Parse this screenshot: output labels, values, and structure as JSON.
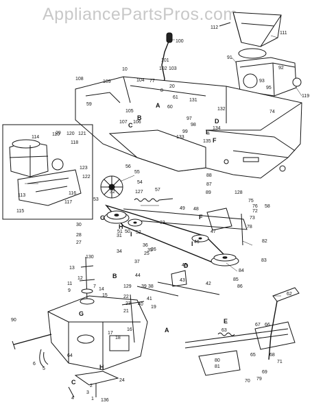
{
  "watermark": "AppliancePartsPros.com",
  "callouts": [
    {
      "id": "c1",
      "text": "112"
    },
    {
      "id": "c2",
      "text": "111"
    },
    {
      "id": "c3",
      "text": "100"
    },
    {
      "id": "c4",
      "text": "91"
    },
    {
      "id": "c5",
      "text": "101"
    },
    {
      "id": "c6",
      "text": "102"
    },
    {
      "id": "c7",
      "text": "103"
    },
    {
      "id": "c8",
      "text": "92"
    },
    {
      "id": "c9",
      "text": "119"
    },
    {
      "id": "c10",
      "text": "108"
    },
    {
      "id": "c11",
      "text": "109"
    },
    {
      "id": "c12",
      "text": "10"
    },
    {
      "id": "c13",
      "text": "104"
    },
    {
      "id": "c14",
      "text": "77"
    },
    {
      "id": "c15",
      "text": "8"
    },
    {
      "id": "c16",
      "text": "74"
    },
    {
      "id": "c17",
      "text": "59"
    },
    {
      "id": "c18",
      "text": "60"
    },
    {
      "id": "c19",
      "text": "131"
    },
    {
      "id": "c20",
      "text": "132"
    },
    {
      "id": "c21",
      "text": "20"
    },
    {
      "id": "c22",
      "text": "107"
    },
    {
      "id": "c23",
      "text": "106"
    },
    {
      "id": "c24",
      "text": "105"
    },
    {
      "id": "c25",
      "text": "133"
    },
    {
      "id": "c26",
      "text": "134"
    },
    {
      "id": "c27",
      "text": "135"
    },
    {
      "id": "c28",
      "text": "56"
    },
    {
      "id": "c29",
      "text": "55"
    },
    {
      "id": "c30",
      "text": "54"
    },
    {
      "id": "c31",
      "text": "53"
    },
    {
      "id": "c32",
      "text": "57"
    },
    {
      "id": "c33",
      "text": "127"
    },
    {
      "id": "c34",
      "text": "49"
    },
    {
      "id": "c35",
      "text": "52"
    },
    {
      "id": "c36",
      "text": "51"
    },
    {
      "id": "c37",
      "text": "50"
    },
    {
      "id": "c38",
      "text": "48"
    },
    {
      "id": "c39",
      "text": "47"
    },
    {
      "id": "c40",
      "text": "46"
    },
    {
      "id": "c41",
      "text": "30"
    },
    {
      "id": "c42",
      "text": "28"
    },
    {
      "id": "c43",
      "text": "27"
    },
    {
      "id": "c44",
      "text": "31"
    },
    {
      "id": "c45",
      "text": "34"
    },
    {
      "id": "c46",
      "text": "37"
    },
    {
      "id": "c47",
      "text": "36"
    },
    {
      "id": "c48",
      "text": "35"
    },
    {
      "id": "c49",
      "text": "25"
    },
    {
      "id": "c50",
      "text": "26"
    },
    {
      "id": "c51",
      "text": "44"
    },
    {
      "id": "c52",
      "text": "45"
    },
    {
      "id": "c53",
      "text": "43"
    },
    {
      "id": "c54",
      "text": "42"
    },
    {
      "id": "c55",
      "text": "41"
    },
    {
      "id": "c56",
      "text": "39"
    },
    {
      "id": "c57",
      "text": "38"
    },
    {
      "id": "c58",
      "text": "82"
    },
    {
      "id": "c59",
      "text": "83"
    },
    {
      "id": "c60",
      "text": "84"
    },
    {
      "id": "c61",
      "text": "85"
    },
    {
      "id": "c62",
      "text": "86"
    },
    {
      "id": "c63",
      "text": "62"
    },
    {
      "id": "c64",
      "text": "63"
    },
    {
      "id": "c65",
      "text": "65"
    },
    {
      "id": "c66",
      "text": "67"
    },
    {
      "id": "c67",
      "text": "66"
    },
    {
      "id": "c68",
      "text": "68"
    },
    {
      "id": "c69",
      "text": "69"
    },
    {
      "id": "c70",
      "text": "70"
    },
    {
      "id": "c71",
      "text": "71"
    },
    {
      "id": "c72",
      "text": "80"
    },
    {
      "id": "c73",
      "text": "81"
    },
    {
      "id": "c74",
      "text": "79"
    },
    {
      "id": "c75",
      "text": "90"
    },
    {
      "id": "c76",
      "text": "64"
    },
    {
      "id": "c77",
      "text": "6"
    },
    {
      "id": "c78",
      "text": "5"
    },
    {
      "id": "c79",
      "text": "4"
    },
    {
      "id": "c80",
      "text": "3"
    },
    {
      "id": "c81",
      "text": "2"
    },
    {
      "id": "c82",
      "text": "1"
    },
    {
      "id": "c83",
      "text": "136"
    },
    {
      "id": "c84",
      "text": "24"
    },
    {
      "id": "c85",
      "text": "22"
    },
    {
      "id": "c86",
      "text": "23"
    },
    {
      "id": "c87",
      "text": "21"
    },
    {
      "id": "c88",
      "text": "19"
    },
    {
      "id": "c89",
      "text": "18"
    },
    {
      "id": "c90",
      "text": "17"
    },
    {
      "id": "c91",
      "text": "16"
    },
    {
      "id": "c92",
      "text": "15"
    },
    {
      "id": "c93",
      "text": "14"
    },
    {
      "id": "c94",
      "text": "13"
    },
    {
      "id": "c95",
      "text": "12"
    },
    {
      "id": "c96",
      "text": "11"
    },
    {
      "id": "c97",
      "text": "9"
    },
    {
      "id": "c98",
      "text": "7"
    },
    {
      "id": "c99",
      "text": "129"
    },
    {
      "id": "c100",
      "text": "130"
    },
    {
      "id": "c101",
      "text": "128"
    },
    {
      "id": "c102",
      "text": "75"
    },
    {
      "id": "c103",
      "text": "76"
    },
    {
      "id": "c104",
      "text": "78"
    },
    {
      "id": "c105",
      "text": "87"
    },
    {
      "id": "c106",
      "text": "88"
    },
    {
      "id": "c107",
      "text": "89"
    },
    {
      "id": "c108",
      "text": "58"
    },
    {
      "id": "c109",
      "text": "61"
    },
    {
      "id": "c110",
      "text": "72"
    },
    {
      "id": "c111",
      "text": "73"
    },
    {
      "id": "c112",
      "text": "93"
    },
    {
      "id": "c113",
      "text": "95"
    },
    {
      "id": "c114",
      "text": "97"
    },
    {
      "id": "c115",
      "text": "98"
    },
    {
      "id": "c116",
      "text": "99"
    },
    {
      "id": "c117",
      "text": "29"
    },
    {
      "id": "c118",
      "text": "120"
    },
    {
      "id": "c119",
      "text": "121"
    },
    {
      "id": "c120",
      "text": "118"
    },
    {
      "id": "c121",
      "text": "123"
    },
    {
      "id": "c122",
      "text": "122"
    },
    {
      "id": "c123",
      "text": "114"
    },
    {
      "id": "c124",
      "text": "115"
    },
    {
      "id": "c125",
      "text": "116"
    },
    {
      "id": "c126",
      "text": "117"
    },
    {
      "id": "c127",
      "text": "113"
    },
    {
      "id": "c128",
      "text": "33"
    },
    {
      "id": "c129",
      "text": "32"
    },
    {
      "id": "c130",
      "text": "40"
    },
    {
      "id": "c131",
      "text": "110"
    }
  ],
  "letters": [
    {
      "id": "A1",
      "text": "A"
    },
    {
      "id": "A2",
      "text": "A"
    },
    {
      "id": "B1",
      "text": "B"
    },
    {
      "id": "B2",
      "text": "B"
    },
    {
      "id": "C1",
      "text": "C"
    },
    {
      "id": "C2",
      "text": "C"
    },
    {
      "id": "D1",
      "text": "D"
    },
    {
      "id": "D2",
      "text": "D"
    },
    {
      "id": "E1",
      "text": "E"
    },
    {
      "id": "E2",
      "text": "E"
    },
    {
      "id": "F1",
      "text": "F"
    },
    {
      "id": "F2",
      "text": "F"
    },
    {
      "id": "G1",
      "text": "G"
    },
    {
      "id": "G2",
      "text": "G"
    },
    {
      "id": "H1",
      "text": "H"
    },
    {
      "id": "H2",
      "text": "H"
    },
    {
      "id": "I1",
      "text": "I"
    },
    {
      "id": "I2",
      "text": "I"
    }
  ]
}
